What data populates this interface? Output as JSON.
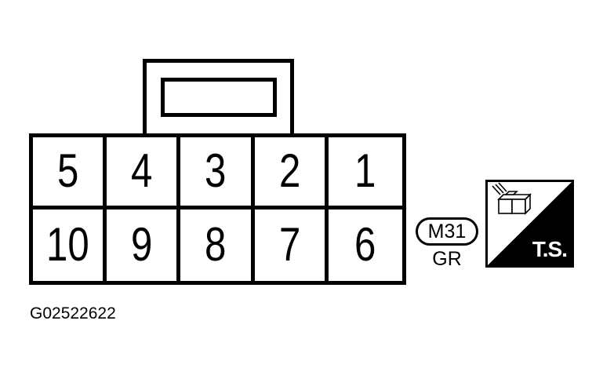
{
  "connector": {
    "top_row_pins": [
      "5",
      "4",
      "3",
      "2",
      "1"
    ],
    "bottom_row_pins": [
      "10",
      "9",
      "8",
      "7",
      "6"
    ],
    "code": "M31",
    "color": "GR"
  },
  "terminal_side_badge": {
    "label": "T.S.",
    "icon": "connector-terminal-side-icon"
  },
  "figure_id": "G02522622",
  "colors": {
    "line": "#000000",
    "background": "#ffffff"
  }
}
